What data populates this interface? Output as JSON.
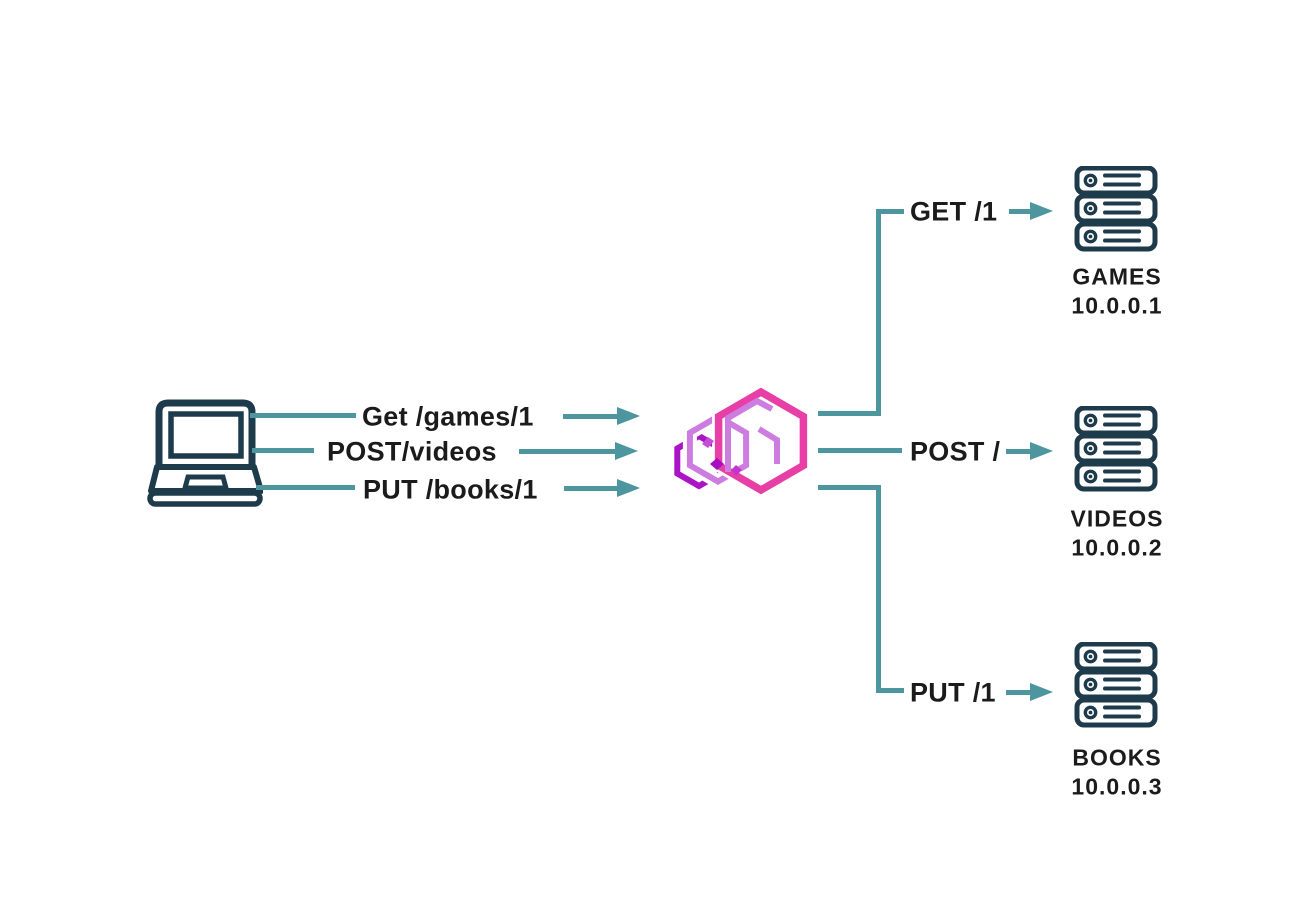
{
  "client": {
    "icon": "laptop-icon",
    "requests": [
      {
        "label": "Get /games/1"
      },
      {
        "label": "POST/videos"
      },
      {
        "label": "PUT /books/1"
      }
    ]
  },
  "gateway": {
    "icon": "hexagons-logo"
  },
  "routes": [
    {
      "label": "GET /1",
      "service": "GAMES",
      "ip": "10.0.0.1"
    },
    {
      "label": "POST /",
      "service": "VIDEOS",
      "ip": "10.0.0.2"
    },
    {
      "label": "PUT /1",
      "service": "BOOKS",
      "ip": "10.0.0.3"
    }
  ],
  "colors": {
    "connector_teal": "#4d969f",
    "icon_navy": "#1e3b4c",
    "text": "#1b1b1b",
    "logo_pink": "#e83fa6",
    "logo_orchid": "#cd7ce0",
    "logo_purple": "#ab13c6"
  }
}
